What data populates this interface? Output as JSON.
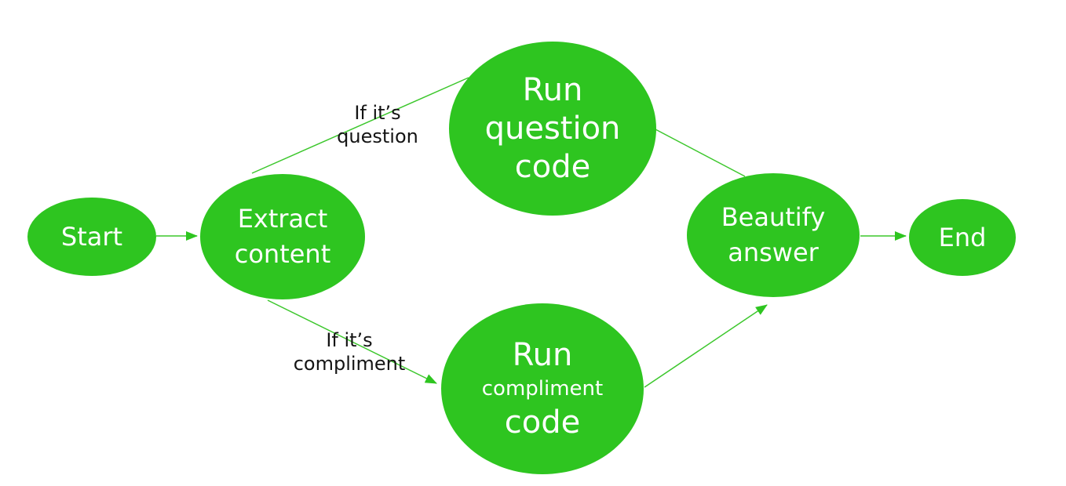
{
  "diagram": {
    "type": "flowchart",
    "colors": {
      "node_fill": "#2ec520",
      "node_text": "#ffffff",
      "edge": "#3cc72c",
      "label_text": "#141414",
      "background": "#ffffff"
    },
    "nodes": {
      "start": {
        "label": "Start"
      },
      "extract": {
        "lines": [
          "Extract",
          "content"
        ]
      },
      "run_question": {
        "lines": [
          "Run",
          "question",
          "code"
        ]
      },
      "run_compliment": {
        "lines": [
          "Run",
          "compliment",
          "code"
        ]
      },
      "beautify": {
        "lines": [
          "Beautify",
          "answer"
        ]
      },
      "end": {
        "label": "End"
      }
    },
    "edge_labels": {
      "question": {
        "lines": [
          "If it’s",
          "question"
        ]
      },
      "compliment": {
        "lines": [
          "If it’s",
          "compliment"
        ]
      }
    },
    "edges": [
      {
        "from": "start",
        "to": "extract",
        "arrowhead": true
      },
      {
        "from": "extract",
        "to": "run_question",
        "arrowhead": false,
        "label": "If it’s question"
      },
      {
        "from": "extract",
        "to": "run_compliment",
        "arrowhead": true,
        "label": "If it’s compliment"
      },
      {
        "from": "run_question",
        "to": "beautify",
        "arrowhead": false
      },
      {
        "from": "run_compliment",
        "to": "beautify",
        "arrowhead": true
      },
      {
        "from": "beautify",
        "to": "end",
        "arrowhead": true
      }
    ]
  }
}
